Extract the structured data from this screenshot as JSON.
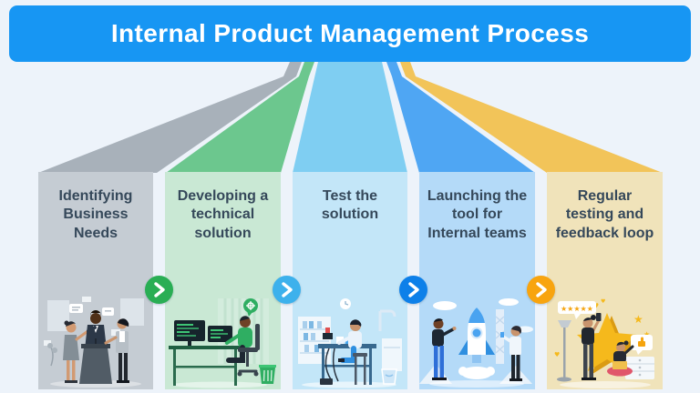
{
  "page": {
    "background_color": "#edf3fa",
    "text_color": "#35485a"
  },
  "header": {
    "title": "Internal Product Management Process",
    "background_color": "#1796f3",
    "text_color": "#ffffff"
  },
  "stages": [
    {
      "label": "Identifying Business Needs",
      "block_color": "#c5ccd3",
      "ribbon_color": "#a8b1ba",
      "illustration": "business-meeting-discussion"
    },
    {
      "label": "Developing a technical solution",
      "block_color": "#c9e8d4",
      "ribbon_color": "#6cc78e",
      "illustration": "developer-at-workstation"
    },
    {
      "label": "Test the solution",
      "block_color": "#c3e6f8",
      "ribbon_color": "#7fcef2",
      "illustration": "lab-testing-bench"
    },
    {
      "label": "Launching the tool for Internal teams",
      "block_color": "#b4daf8",
      "ribbon_color": "#4fa6f3",
      "illustration": "rocket-launch-team"
    },
    {
      "label": "Regular testing and feedback loop",
      "block_color": "#f0e3ba",
      "ribbon_color": "#f2c459",
      "illustration": "star-rating-feedback"
    }
  ],
  "arrows": [
    {
      "icon": "chevron-right",
      "color": "#29ae54"
    },
    {
      "icon": "chevron-right",
      "color": "#3db1ec"
    },
    {
      "icon": "chevron-right",
      "color": "#0d80e9"
    },
    {
      "icon": "chevron-right",
      "color": "#f8a40f"
    }
  ]
}
